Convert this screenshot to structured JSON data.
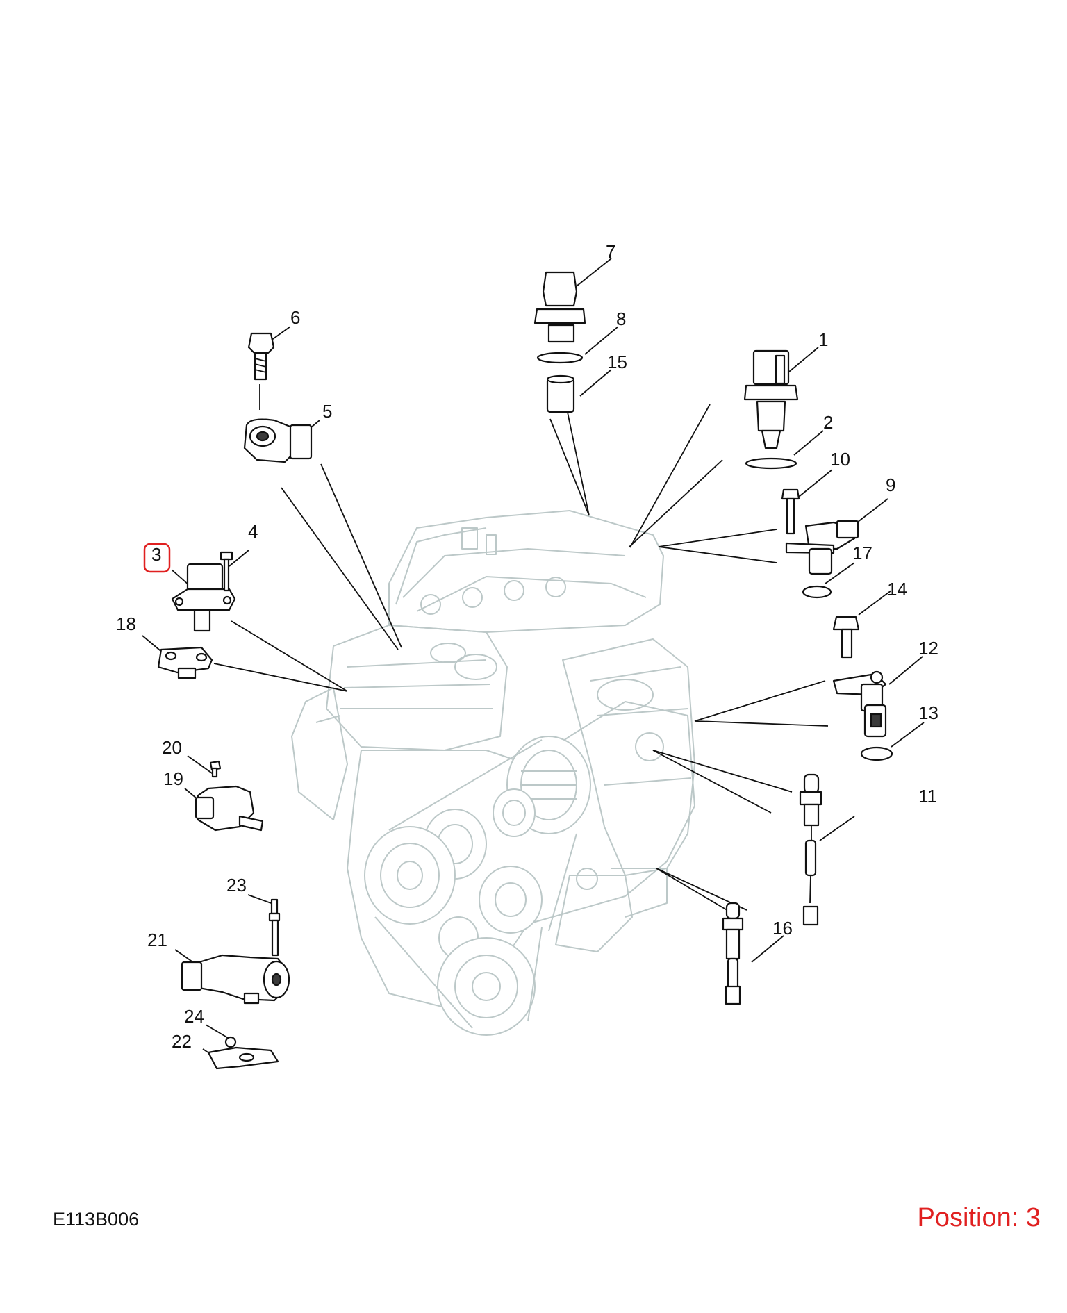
{
  "diagram_code": "E113B006",
  "position_label": "Position: 3",
  "highlight_color": "#e02020",
  "text_color": "#111111",
  "engine_line_color": "#bcc8c8",
  "selected_callout": "3",
  "callouts": {
    "c1": "1",
    "c2": "2",
    "c3": "3",
    "c4": "4",
    "c5": "5",
    "c6": "6",
    "c7": "7",
    "c8": "8",
    "c9": "9",
    "c10": "10",
    "c11": "11",
    "c12": "12",
    "c13": "13",
    "c14": "14",
    "c15": "15",
    "c16": "16",
    "c17": "17",
    "c18": "18",
    "c19": "19",
    "c20": "20",
    "c21": "21",
    "c22": "22",
    "c23": "23",
    "c24": "24"
  }
}
